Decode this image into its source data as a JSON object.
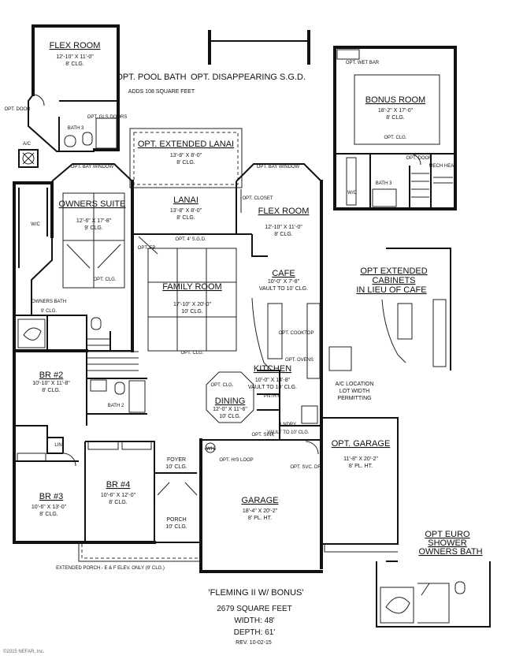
{
  "rooms": {
    "flex_top": {
      "name": "FLEX ROOM",
      "dims": "12'-10\" X 11'-0\"",
      "clg": "8' CLG."
    },
    "pool_bath": {
      "title": "OPT. POOL BATH",
      "note": "ADDS 108 SQUARE FEET"
    },
    "disappearing": {
      "label": "OPT. DISAPPEARING S.G.D."
    },
    "bonus": {
      "name": "BONUS ROOM",
      "dims": "18'-2\" X 17'-0\"",
      "clg": "8' CLG."
    },
    "ext_lanai": {
      "name": "OPT. EXTENDED LANAI",
      "dims": "13'-8\" X 8'-0\"",
      "clg": "8' CLG."
    },
    "lanai": {
      "name": "LANAI",
      "dims": "13'-8\" X 8'-0\"",
      "clg": "8' CLG."
    },
    "owners_suite": {
      "name": "OWNERS SUITE",
      "dims": "12'-6\" X 17'-8\"",
      "clg": "9' CLG."
    },
    "flex_main": {
      "name": "FLEX ROOM",
      "dims": "12'-10\" X 11'-0\"",
      "clg": "8' CLG."
    },
    "cafe": {
      "name": "CAFE",
      "dims": "10'-0\" X 7'-8\"",
      "clg": "VAULT TO 10' CLG."
    },
    "ext_cabinets": {
      "line1": "OPT EXTENDED",
      "line2": "CABINETS",
      "line3": "IN LIEU OF CAFE"
    },
    "family": {
      "name": "FAMILY ROOM",
      "dims": "17'-10\" X 20'-0\"",
      "clg": "10' CLG."
    },
    "owners_bath": {
      "name": "OWNERS BATH",
      "clg": "9' CLG."
    },
    "br2": {
      "name": "BR #2",
      "dims": "10'-10\" X 11'-8\"",
      "clg": "8' CLG."
    },
    "kitchen": {
      "name": "KITCHEN",
      "dims": "10'-0\" X 14'-8\"",
      "clg": "VAULT TO 10' CLG."
    },
    "dining": {
      "name": "DINING",
      "dims": "12'-0\" X 11'-6\"",
      "clg": "10' CLG."
    },
    "laundry": {
      "name": "LNDRY",
      "clg": "VAULT TO 10' CLG."
    },
    "ac_location": {
      "line1": "A/C LOCATION",
      "line2": "LOT WIDTH",
      "line3": "PERMITTING"
    },
    "opt_garage": {
      "name": "OPT. GARAGE",
      "dims": "11'-8\" X 20'-2\"",
      "clg": "8' PL. HT."
    },
    "br3": {
      "name": "BR #3",
      "dims": "10'-6\" X 13'-0\"",
      "clg": "8' CLG."
    },
    "br4": {
      "name": "BR #4",
      "dims": "10'-6\" X 12'-0\"",
      "clg": "8' CLG."
    },
    "foyer": {
      "name": "FOYER",
      "clg": "10' CLG."
    },
    "porch": {
      "name": "PORCH",
      "clg": "10' CLG."
    },
    "garage": {
      "name": "GARAGE",
      "dims": "18'-4\" X 20'-2\"",
      "clg": "8' PL. HT."
    },
    "euro_shower": {
      "line1": "OPT EURO",
      "line2": "SHOWER",
      "line3": "OWNERS BATH"
    }
  },
  "small_labels": {
    "opt_door": "OPT. DOOR",
    "bath3_top": "BATH 3",
    "opt_gls_doors": "OPT. GLS DOORS",
    "ac": "A/C",
    "opt_wet_bar": "OPT. WET BAR",
    "opt_clg_bonus": "OPT. CLG.",
    "bath3": "BATH 3",
    "opt_door_bonus": "OPT. DOOR",
    "mech_heat": "MECH HEAT",
    "wic_bonus": "W/C",
    "opt_bay_left": "OPT. BAY WINDOW",
    "opt_bay_right": "OPT. BAY WINDOW",
    "opt_closet": "OPT. CLOSET",
    "wic": "W/C",
    "opt_clg_suite": "OPT. CLG.",
    "opt_4_sgd": "OPT. 4' S.G.D.",
    "opt_fp": "OPT. FP",
    "opt_cooktop": "OPT. COOKTOP",
    "opt_ovens": "OPT. OVENS",
    "opt_clg_family": "OPT. CLG.",
    "bath2": "BATH 2",
    "opt_clg_dining": "OPT. CLG.",
    "pntry": "PNTRY",
    "opt_sink": "OPT. SINK",
    "lin": "LIN",
    "wh": "WH",
    "opt_hs_loop": "OPT. H/S LOOP",
    "opt_svc_dr": "OPT. SVC. DR",
    "extended_porch": "EXTENDED PORCH - E & F ELEV. ONLY (9' CLG.)"
  },
  "title_block": {
    "name": "'FLEMING II W/ BONUS'",
    "sqft": "2679 SQUARE FEET",
    "width": "WIDTH: 48'",
    "depth": "DEPTH: 61'",
    "rev": "REV. 10-02-15"
  },
  "copyright": "©2015 NEFAR, Inc."
}
